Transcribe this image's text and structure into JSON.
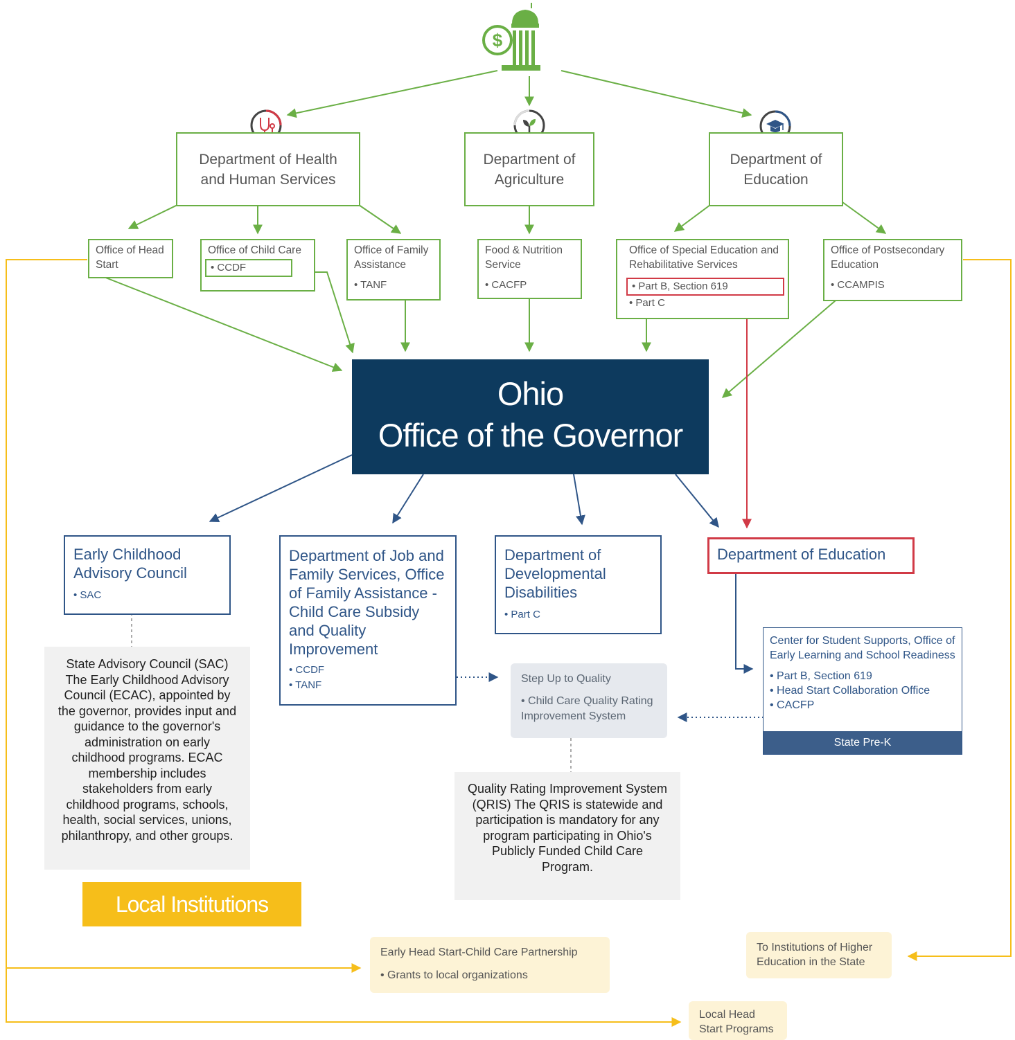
{
  "federal": {
    "hhs": "Department of Health and Human Services",
    "usda": "Department of Agriculture",
    "ed": "Department of Education"
  },
  "offices": {
    "head_start": "Office of Head Start",
    "child_care": "Office of Child Care",
    "child_care_items": [
      "CCDF"
    ],
    "family_assistance": "Office of Family Assistance",
    "family_assistance_items": [
      "TANF"
    ],
    "fns": "Food & Nutrition Service",
    "fns_items": [
      "CACFP"
    ],
    "osers": "Office of Special Education and Rehabilitative Services",
    "osers_items": [
      "Part B, Section 619",
      "Part C"
    ],
    "postsecondary": "Office of Postsecondary Education",
    "postsecondary_items": [
      "CCAMPIS"
    ]
  },
  "governor": {
    "line1": "Ohio",
    "line2": "Office of the Governor"
  },
  "state": {
    "ecac": "Early Childhood Advisory Council",
    "ecac_items": [
      "SAC"
    ],
    "jfs": "Department of Job and Family Services, Office of Family Assistance - Child Care Subsidy and Quality Improvement",
    "jfs_items": [
      "CCDF",
      "TANF"
    ],
    "dd": "Department of Developmental Disabilities",
    "dd_items": [
      "Part C"
    ],
    "ode": "Department of Education",
    "center": "Center for Student Supports, Office of Early Learning and School Readiness",
    "center_items": [
      "Part B, Section 619",
      "Head Start Collaboration Office",
      "CACFP"
    ],
    "prek": "State Pre-K",
    "step_up": "Step Up to Quality",
    "step_up_items": [
      "Child Care Quality Rating Improvement System"
    ]
  },
  "notes": {
    "sac": "State Advisory Council (SAC) The Early Childhood Advisory Council (ECAC), appointed by the governor, provides input and guidance to the governor's administration on early childhood programs. ECAC membership includes stakeholders from early childhood programs, schools, health, social services, unions, philanthropy, and other groups.",
    "qris": "Quality Rating Improvement System (QRIS) The QRIS is statewide and participation is mandatory for any program participating in Ohio's Publicly Funded Child Care Program."
  },
  "local": {
    "title": "Local Institutions",
    "ehs_ccp": "Early Head Start-Child Care Partnership",
    "ehs_ccp_items": [
      "Grants to local organizations"
    ],
    "higher_ed": "To Institutions of Higher Education in the State",
    "head_start_programs": "Local Head Start Programs"
  },
  "icons": [
    "capitol-dollar-icon",
    "stethoscope-icon",
    "sprout-icon",
    "graduation-cap-icon"
  ],
  "colors": {
    "federal_green": "#6aaf45",
    "state_blue": "#2f5587",
    "governor_navy": "#0d3a5e",
    "highlight_red": "#d13a46",
    "local_gold": "#f6be1a"
  }
}
